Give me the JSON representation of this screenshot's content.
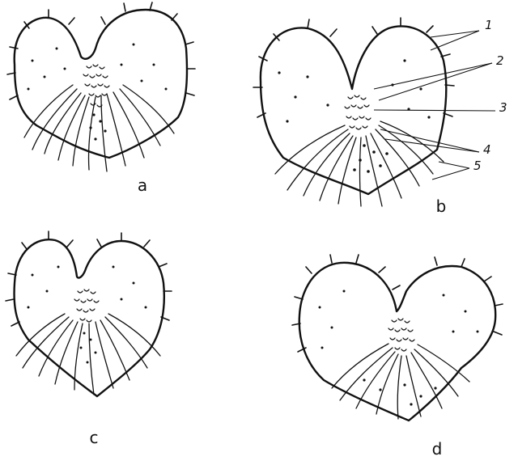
{
  "panels": [
    {
      "id": "a",
      "label": "a"
    },
    {
      "id": "b",
      "label": "b"
    },
    {
      "id": "c",
      "label": "c"
    },
    {
      "id": "d",
      "label": "d"
    }
  ],
  "callouts": [
    "1",
    "2",
    "3",
    "4",
    "5"
  ]
}
